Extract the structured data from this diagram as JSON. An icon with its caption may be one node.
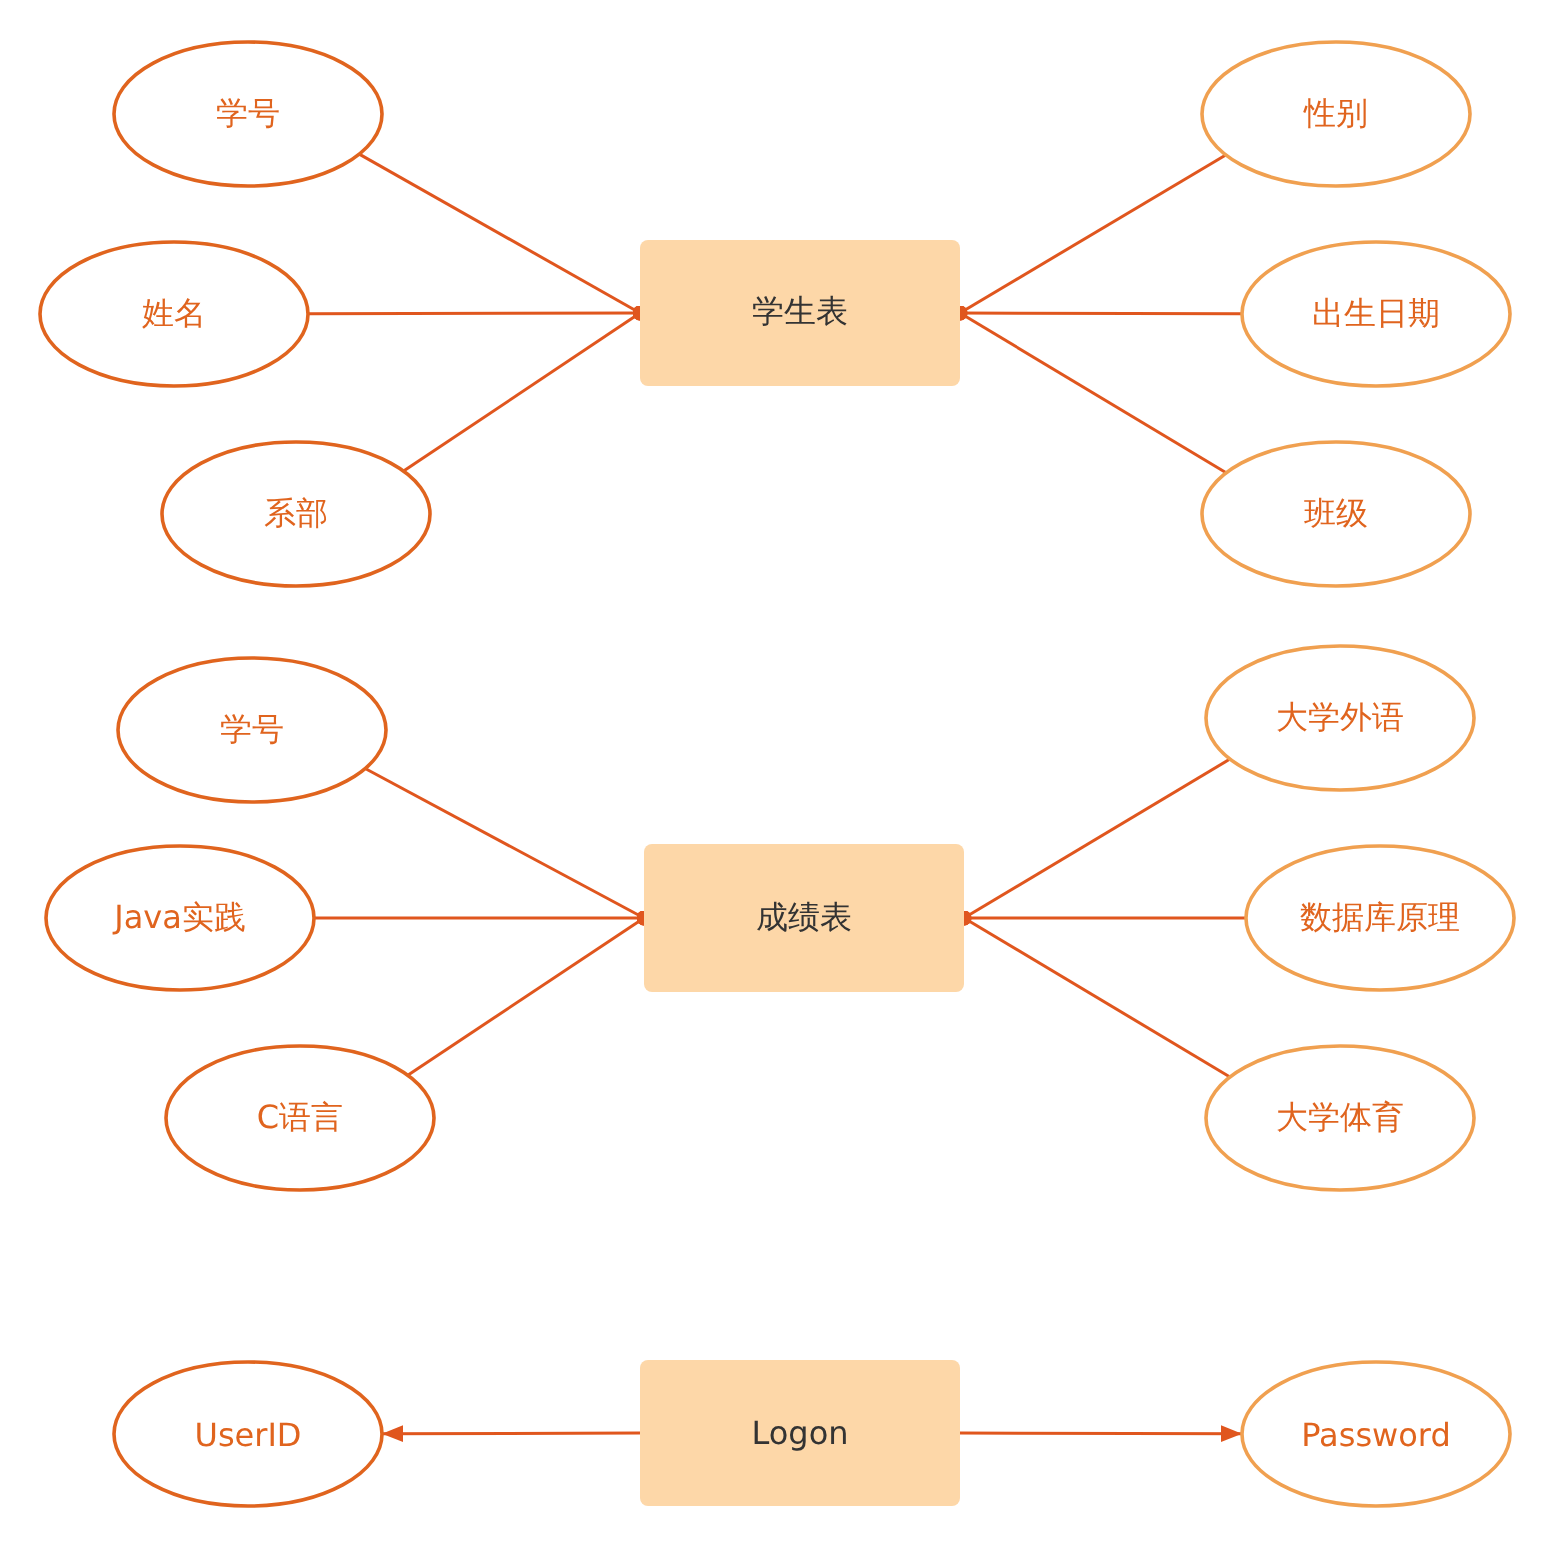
{
  "diagram": {
    "nodes": [
      {
        "text": [
          "学生表"
        ]
      },
      {
        "text": [
          "学号"
        ]
      },
      {
        "text": [
          "姓名"
        ]
      },
      {
        "text": [
          "系部"
        ]
      },
      {
        "text": [
          "性别"
        ]
      },
      {
        "text": [
          "出生日期"
        ]
      },
      {
        "text": [
          "班级"
        ]
      },
      {
        "text": [
          "成绩表"
        ]
      },
      {
        "text": [
          "学号"
        ]
      },
      {
        "text": [
          "Java实践"
        ]
      },
      {
        "text": [
          "C语言"
        ]
      },
      {
        "text": [
          "大学外语"
        ]
      },
      {
        "text": [
          "数据库原理"
        ]
      },
      {
        "text": [
          "大学体育"
        ]
      },
      {
        "text": [
          "Logon"
        ]
      },
      {
        "text": [
          "UserID"
        ]
      },
      {
        "text": [
          "Password"
        ]
      }
    ],
    "edges": [
      {
        "from": 1,
        "to": 0,
        "arrow": "other"
      },
      {
        "from": 2,
        "to": 0,
        "arrow": "other"
      },
      {
        "from": 3,
        "to": 0,
        "arrow": "other"
      },
      {
        "from": 4,
        "to": 0,
        "arrow": "other"
      },
      {
        "from": 5,
        "to": 0,
        "arrow": "other"
      },
      {
        "from": 6,
        "to": 0,
        "arrow": "other"
      },
      {
        "from": 8,
        "to": 7,
        "arrow": "other"
      },
      {
        "from": 9,
        "to": 7,
        "arrow": "other"
      },
      {
        "from": 10,
        "to": 7,
        "arrow": "other"
      },
      {
        "from": 11,
        "to": 7,
        "arrow": "other"
      },
      {
        "from": 12,
        "to": 7,
        "arrow": "other"
      },
      {
        "from": 13,
        "to": 7,
        "arrow": "other"
      },
      {
        "from": 14,
        "to": 15,
        "arrow": "to"
      },
      {
        "from": 14,
        "to": 16,
        "arrow": "to"
      }
    ]
  }
}
